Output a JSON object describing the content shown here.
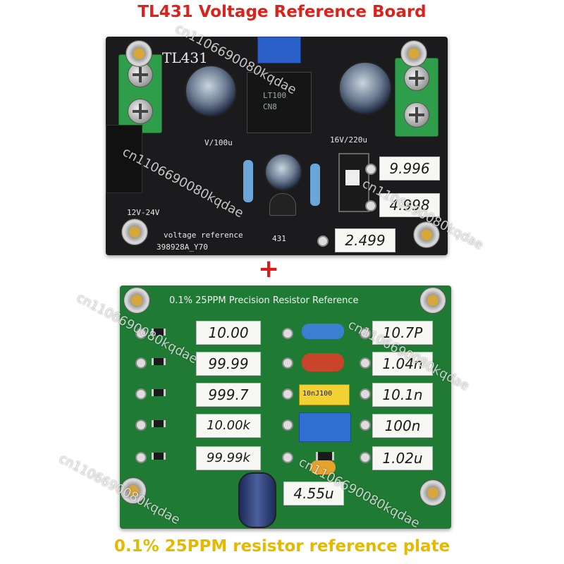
{
  "titles": {
    "top": "TL431 Voltage Reference Board",
    "bottom": "0.1% 25PPM resistor reference plate",
    "plus": "+"
  },
  "board1": {
    "silk_tl431": "TL431",
    "silk_voltage_reference": "voltage reference",
    "silk_code": "398928A_Y70",
    "silk_input": "12V-24V",
    "silk_cap_left": "V/100u",
    "silk_cap_right": "16V/220u",
    "silk_431": "431",
    "chip_text": [
      "LT100",
      "CN8"
    ],
    "label_values": [
      "9.996",
      "4.998",
      "2.499"
    ]
  },
  "board2": {
    "silk_title": "0.1% 25PPM Precision Resistor Reference",
    "resistor_values": [
      "10.00",
      "99.99",
      "999.7",
      "10.00k",
      "99.99k"
    ],
    "capacitor_values": [
      "10.7P",
      "1.04n",
      "10.1n",
      "100n",
      "1.02u"
    ],
    "bottom_value": "4.55u",
    "cap_marking": "10nJ100"
  },
  "watermark": "cn1106690080kqdae",
  "colors": {
    "title_top": "#d9231c",
    "title_bottom": "#e6b800",
    "board1_pcb": "#1b1b1d",
    "board2_pcb": "#1f7a34"
  }
}
